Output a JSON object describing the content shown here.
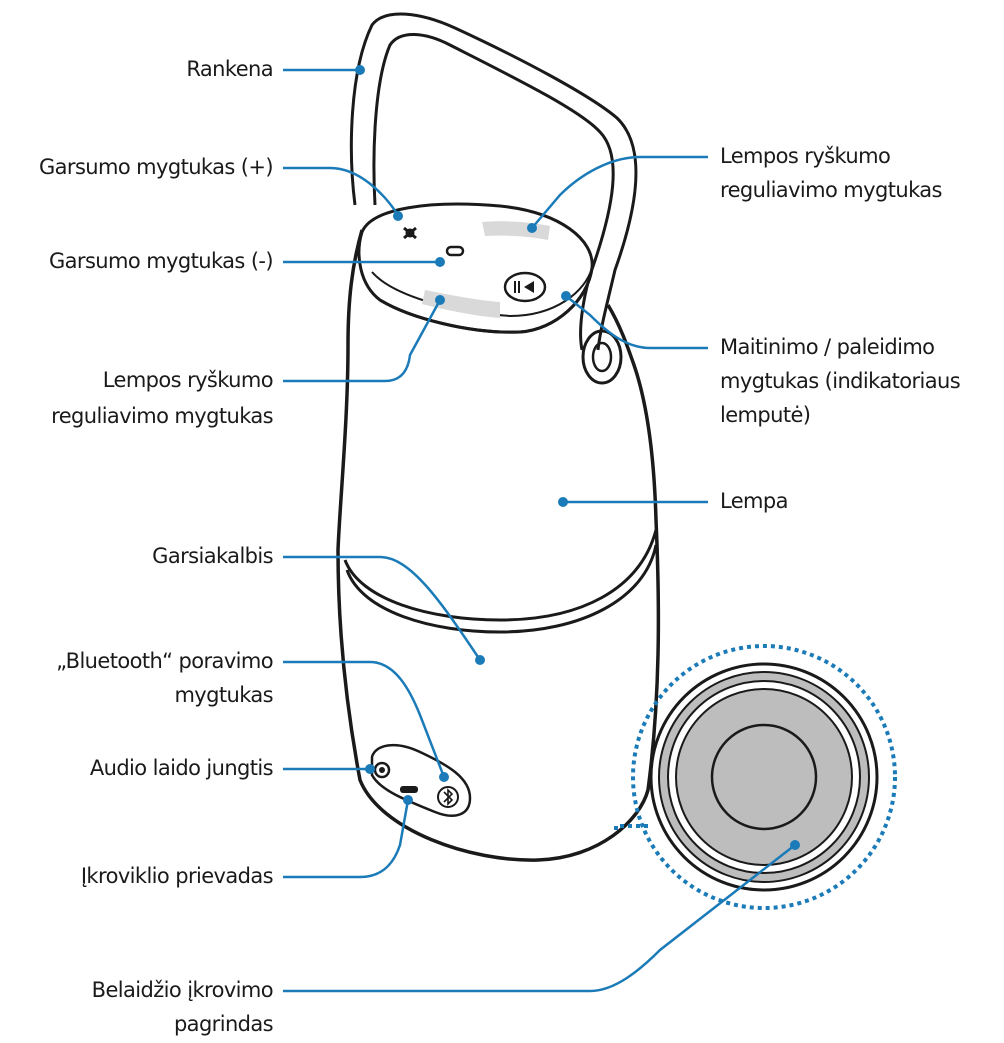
{
  "labels": {
    "handle": "Rankena",
    "volume_up": "Garsumo mygtukas (+)",
    "volume_down": "Garsumo mygtukas (-)",
    "lamp_brightness_left_l1": "Lempos ryškumo",
    "lamp_brightness_left_l2": "reguliavimo mygtukas",
    "speaker": "Garsiakalbis",
    "bluetooth_l1": "„Bluetooth“ poravimo",
    "bluetooth_l2": "mygtukas",
    "audio_jack": "Audio laido jungtis",
    "charger_port": "Įkroviklio prievadas",
    "wireless_l1": "Belaidžio įkrovimo",
    "wireless_l2": "pagrindas",
    "lamp_brightness_right_l1": "Lempos ryškumo",
    "lamp_brightness_right_l2": "reguliavimo mygtukas",
    "power_l1": "Maitinimo / paleidimo",
    "power_l2": "mygtukas (indikatoriaus",
    "power_l3": "lemputė)",
    "lamp": "Lempa"
  },
  "colors": {
    "leader": "#1a7bb8",
    "outline": "#1a1a1a",
    "brightness_strip": "#d9d9d9",
    "base_ring": "#bdbdbd"
  }
}
